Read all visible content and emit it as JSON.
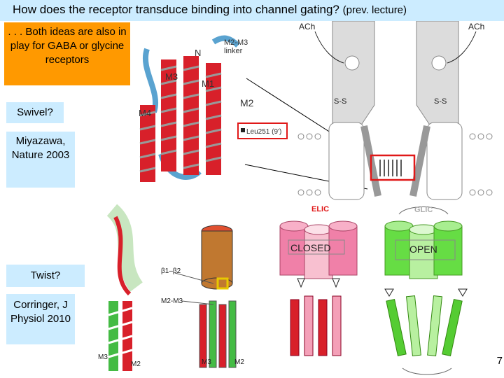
{
  "slide": {
    "title_main": "How does the receptor transduce binding into channel gating?",
    "title_sub": "(prev. lecture)",
    "orange_note": ". . . Both ideas are also in play for GABA or glycine receptors",
    "swivel_label": "Swivel?",
    "ref_top": "Miyazawa, Nature 2003",
    "twist_label": "Twist?",
    "ref_bottom": "Corringer, J Physiol 2010",
    "page_number": "7"
  },
  "structure_top": {
    "label_m2m3": "M2-M3",
    "label_linker": "linker",
    "label_n": "N",
    "label_m3": "M3",
    "label_m1": "M1",
    "label_m4": "M4",
    "label_m2": "M2",
    "label_leu": "Leu251 (9')"
  },
  "schematic_top": {
    "ach_left": "ACh",
    "ach_right": "ACh",
    "ss_left": "S-S",
    "ss_right": "S-S"
  },
  "structure_bottom": {
    "label_b1b2": "β1–β2",
    "label_m2m3": "M2-M3",
    "label_m3_a": "M3",
    "label_m2_a": "M2",
    "label_m3_b": "M3",
    "label_m2_b": "M2"
  },
  "elic_glic": {
    "elic_label": "ELIC",
    "glic_label": "GLIC",
    "closed_label": "CLOSED",
    "open_label": "OPEN"
  },
  "colors": {
    "title_bg": "#ccecff",
    "note_bg": "#ff9900",
    "helix_red": "#d8202a",
    "helix_blue": "#5aa3d0",
    "elic_pink": "#f080a8",
    "glic_green": "#66dd44",
    "highlight": "#e01818"
  }
}
